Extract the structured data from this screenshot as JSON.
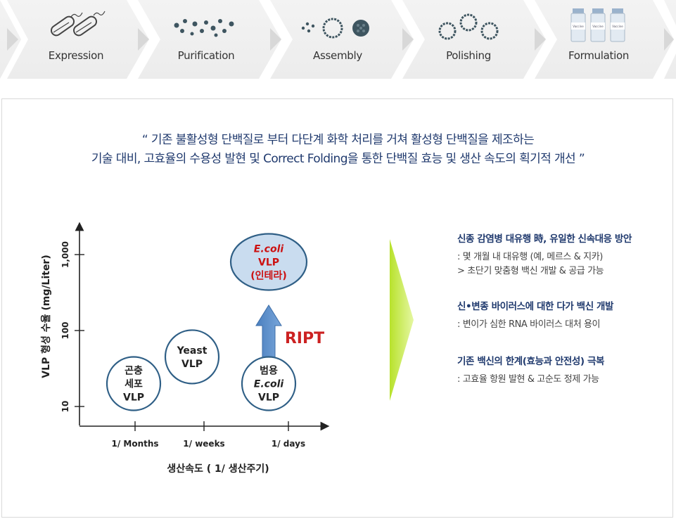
{
  "process": {
    "steps": [
      {
        "label": "Expression",
        "icon": "bacteria-icon"
      },
      {
        "label": "Purification",
        "icon": "particles-icon"
      },
      {
        "label": "Assembly",
        "icon": "assembly-icon"
      },
      {
        "label": "Polishing",
        "icon": "rings-icon"
      },
      {
        "label": "Formulation",
        "icon": "vials-icon",
        "vial_label": "Vaccine"
      }
    ]
  },
  "quote": {
    "line1": "“ 기존 불활성형 단백질로 부터 다단계 화학 처리를 거쳐 활성형 단백질을 제조하는",
    "line2": "기술 대비, 고효율의 수용성 발현 및 Correct Folding을 통한 단백질 효능 및 생산 속도의 획기적 개선 ”"
  },
  "chart_data": {
    "type": "scatter",
    "ylabel": "VLP 형성 수율 (mg/Liter)",
    "xlabel": "생산속도 ( 1/ 생산주기)",
    "y_ticks": [
      "10",
      "100",
      "1,000"
    ],
    "x_ticks": [
      "1/ Months",
      "1/ weeks",
      "1/ days"
    ],
    "y_scale": "log",
    "nodes": [
      {
        "lines": [
          "곤충",
          "세포",
          "VLP"
        ],
        "x": "1/ Months",
        "y": 20
      },
      {
        "lines": [
          "Yeast",
          "VLP"
        ],
        "x": "1/ weeks",
        "y": 45
      },
      {
        "lines": [
          "범용",
          "E.coli",
          "VLP"
        ],
        "x": "1/ days",
        "y": 20,
        "italic_line": 1
      },
      {
        "lines": [
          "E.coli",
          "VLP",
          "(인테라)"
        ],
        "x": "1/ days",
        "y": 800,
        "italic_line": 0,
        "highlight": true
      }
    ],
    "arrow_label": "RIPT",
    "colors": {
      "node_border": "#2f5f86",
      "highlight_fill": "#c9dcef",
      "arrow": "#5b8fc8",
      "ript": "#cc2222",
      "highlight_text": "#cc1111"
    }
  },
  "big_arrow": {
    "color": "#c6ec45"
  },
  "bullets": [
    {
      "title": "신종 감염병 대유행 時, 유일한 신속대응 방안",
      "lines": [
        ": 몇 개월 내 대유행 (예, 메르스 & 지카)",
        "> 초단기 맞춤형 백신 개발 & 공급 가능"
      ]
    },
    {
      "title": "신•변종 바이러스에 대한 다가 백신 개발",
      "lines": [
        ": 변이가 심한 RNA 바이러스 대처 용이"
      ]
    },
    {
      "title": "기존 백신의 한계(효능과 안전성) 극복",
      "lines": [
        ": 고효율 항원 발현 & 고순도 정제 가능"
      ]
    }
  ]
}
